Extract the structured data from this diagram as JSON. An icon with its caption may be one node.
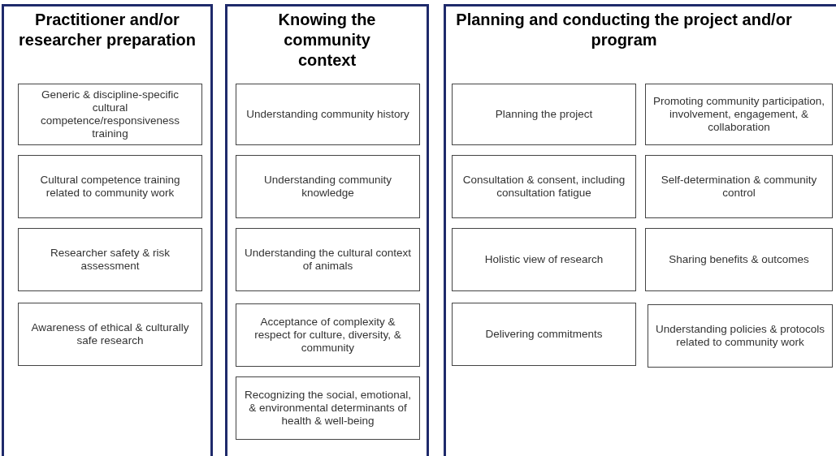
{
  "diagram": {
    "nodes": [
      {
        "text": [
          "Practitioner and/or researcher preparation"
        ]
      },
      {
        "text": [
          "Generic & discipline-specific cultural competence/responsiveness training"
        ],
        "in": 0
      },
      {
        "text": [
          "Cultural competence training related to community work"
        ],
        "in": 0
      },
      {
        "text": [
          "Researcher safety & risk assessment"
        ],
        "in": 0
      },
      {
        "text": [
          "Awareness of ethical & culturally safe research"
        ],
        "in": 0
      },
      {
        "text": [
          "Knowing the community context"
        ]
      },
      {
        "text": [
          "Understanding community history"
        ],
        "in": 5
      },
      {
        "text": [
          "Understanding community knowledge"
        ],
        "in": 5
      },
      {
        "text": [
          "Understanding the cultural context of animals"
        ],
        "in": 5
      },
      {
        "text": [
          "Acceptance of complexity & respect for culture, diversity, & community"
        ],
        "in": 5
      },
      {
        "text": [
          "Recognizing the social, emotional, & environmental determinants of health & well-being"
        ],
        "in": 5
      },
      {
        "text": [
          "Planning and conducting the project and/or program"
        ]
      },
      {
        "text": [
          "Planning the project"
        ],
        "in": 11
      },
      {
        "text": [
          "Promoting community participation, involvement, engagement, & collaboration"
        ],
        "in": 11
      },
      {
        "text": [
          "Consultation & consent, including consultation fatigue"
        ],
        "in": 11
      },
      {
        "text": [
          "Self-determination & community control"
        ],
        "in": 11
      },
      {
        "text": [
          "Holistic view of research"
        ],
        "in": 11
      },
      {
        "text": [
          "Sharing benefits & outcomes"
        ],
        "in": 11
      },
      {
        "text": [
          "Delivering commitments"
        ],
        "in": 11
      },
      {
        "text": [
          "Understanding policies & protocols related to community work"
        ],
        "in": 11
      }
    ]
  }
}
